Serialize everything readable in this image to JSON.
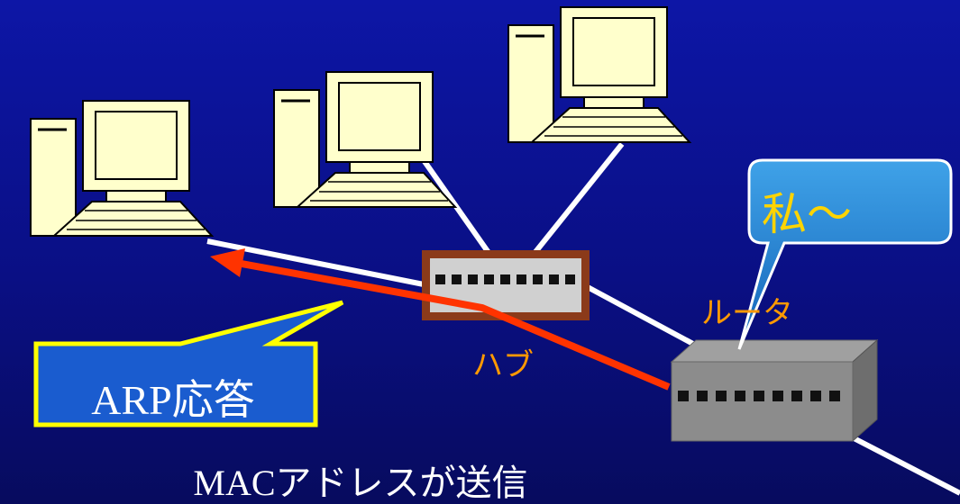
{
  "diagram": {
    "hub_label": "ハブ",
    "router_label": "ルータ",
    "speech_bubble": "私～",
    "callout": "ARP応答",
    "caption": "MACアドレスが送信"
  },
  "colors": {
    "background": "#0a0f84",
    "computer_fill": "#ffffcc",
    "cable": "#ffffff",
    "arrow": "#ff3300",
    "hub_border": "#8b3a1a",
    "hub_fill": "#d0d0d0",
    "router_fill": "#8c8c8c",
    "label_orange": "#ff9900",
    "callout_fill": "#1a5ccf",
    "callout_border": "#ffff00",
    "bubble_fill": "#1e7fd0",
    "bubble_text": "#ffd400"
  }
}
